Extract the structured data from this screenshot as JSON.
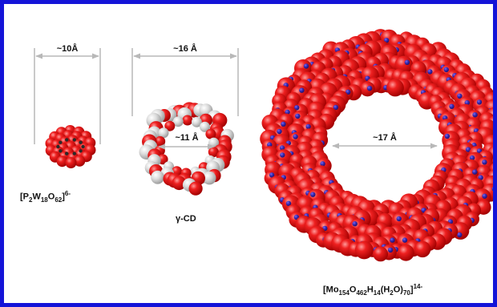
{
  "figure": {
    "border_color": "#1414d8",
    "colors": {
      "oxygen": "#e01414",
      "oxygen_highlight": "#ff8a8a",
      "metal": "#3a2ab0",
      "carbon": "#d9d9d9",
      "carbon_highlight": "#ffffff",
      "guide_line": "#b8b8b8"
    },
    "dimensions": {
      "pom_width": "~10Å",
      "cd_outer": "~16 Å",
      "cd_inner": "~11 Å",
      "wheel_inner": "~17 Å"
    },
    "labels": {
      "pom": {
        "open": "[P",
        "s1": "2",
        "mid1": "W",
        "s2": "18",
        "mid2": "O",
        "s3": "62",
        "close": "]",
        "charge": "6-"
      },
      "cd": "γ-CD",
      "wheel": {
        "open": "[Mo",
        "s1": "154",
        "mid1": "O",
        "s2": "462",
        "mid2": "H",
        "s3": "14",
        "mid3": "(H",
        "s4": "2",
        "mid4": "O)",
        "s5": "70",
        "close": "]",
        "charge": "14-"
      }
    }
  }
}
